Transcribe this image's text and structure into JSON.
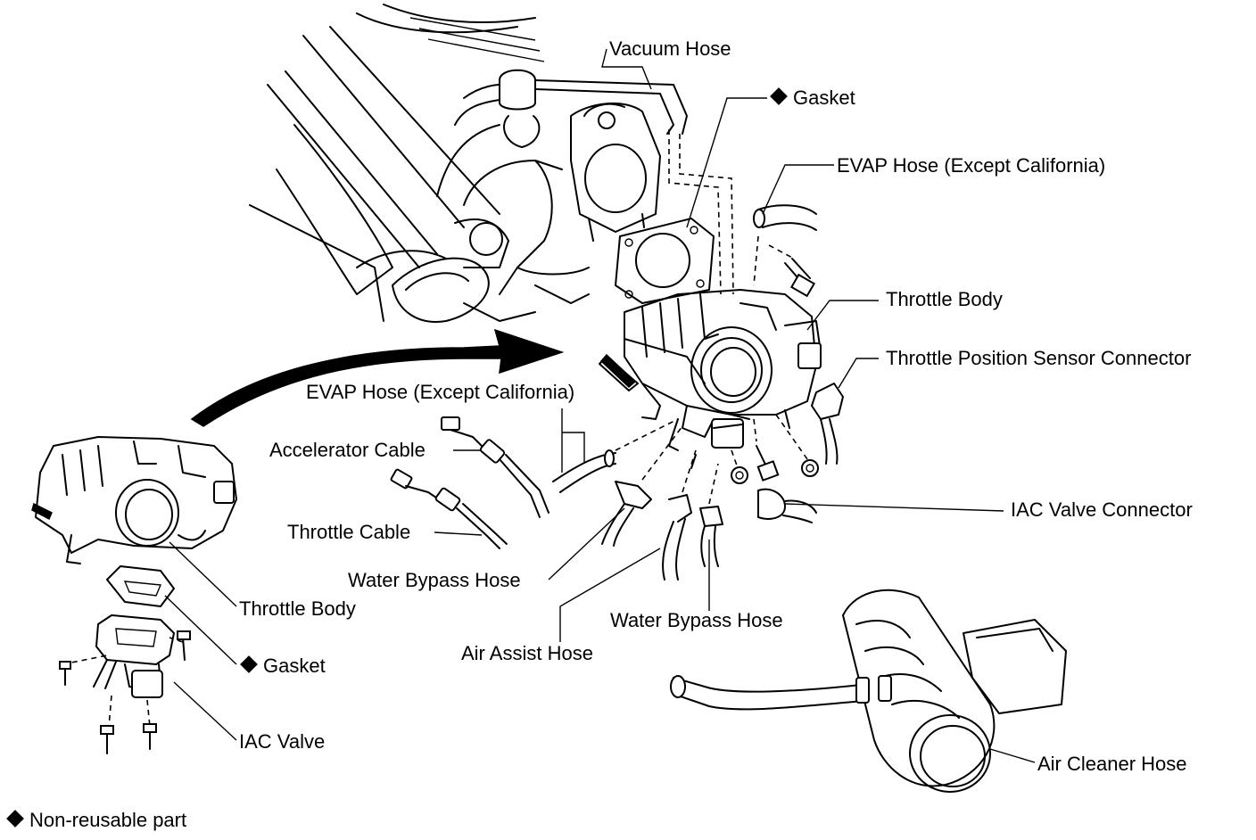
{
  "labels": {
    "vacuum_hose": "Vacuum Hose",
    "gasket_top": "Gasket",
    "evap_hose_top": "EVAP Hose (Except California)",
    "throttle_body_right": "Throttle Body",
    "tps_connector": "Throttle Position Sensor Connector",
    "evap_hose_mid": "EVAP Hose (Except California)",
    "accelerator_cable": "Accelerator Cable",
    "throttle_cable": "Throttle Cable",
    "iac_valve_connector": "IAC Valve Connector",
    "water_bypass_hose_left": "Water Bypass Hose",
    "throttle_body_left": "Throttle Body",
    "water_bypass_hose_right": "Water Bypass Hose",
    "air_assist_hose": "Air Assist Hose",
    "gasket_left": "Gasket",
    "air_cleaner_hose": "Air Cleaner Hose",
    "iac_valve": "IAC Valve"
  },
  "legend": {
    "non_reusable": "Non-reusable part"
  },
  "icons": {
    "marker": "diamond-icon"
  }
}
